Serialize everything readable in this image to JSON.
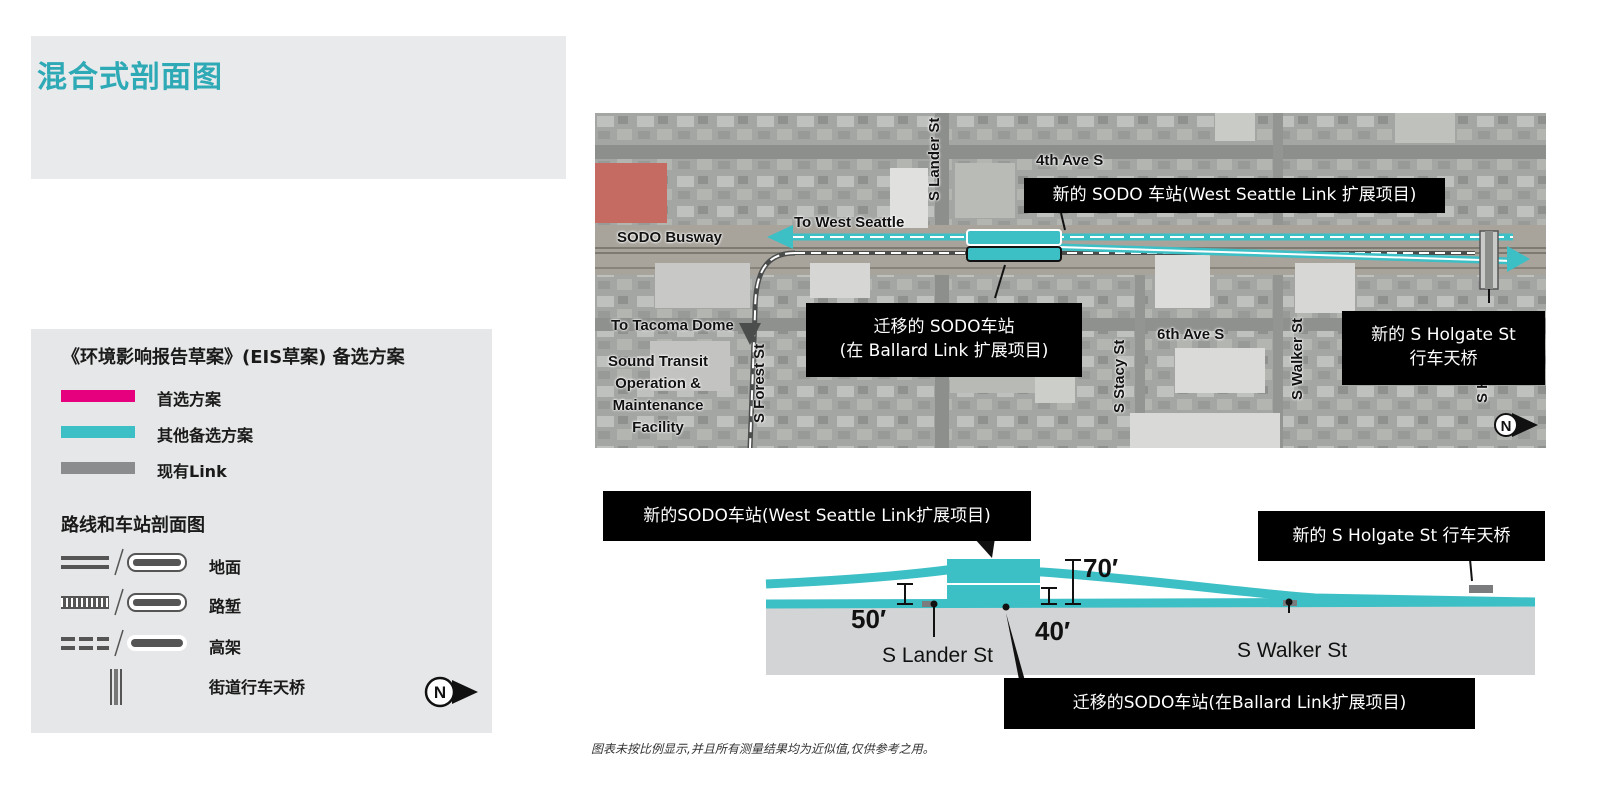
{
  "title": "混合式剖面图",
  "legend": {
    "heading": "《环境影响报告草案》(EIS草案) 备选方案",
    "items": [
      {
        "label": "首选方案",
        "color": "#e6007e"
      },
      {
        "label": "其他备选方案",
        "color": "#3dbfc6"
      },
      {
        "label": "现有Link",
        "color": "#8a8c8e"
      }
    ],
    "profile_heading": "路线和车站剖面图",
    "profile_items": [
      {
        "label": "地面"
      },
      {
        "label": "路堑"
      },
      {
        "label": "高架"
      },
      {
        "label": "街道行车天桥"
      }
    ],
    "north": "N"
  },
  "map": {
    "labels": {
      "lander": "S Lander St",
      "fourth": "4th Ave S",
      "to_west_seattle": "To West Seattle",
      "busway": "SODO Busway",
      "tacoma": "To Tacoma Dome",
      "facility": "Sound Transit Operation & Maintenance Facility",
      "forest": "S Forest St",
      "sixth": "6th Ave S",
      "stacy": "S Stacy St",
      "walker": "S Walker St",
      "holgate_vertical": "S Holgate St"
    },
    "callouts": {
      "new_sodo": "新的 SODO 车站(West Seattle Link 扩展项目)",
      "relocated_line1": "迁移的 SODO车站",
      "relocated_line2": "(在 Ballard Link 扩展项目)",
      "holgate_line1": "新的 S Holgate St",
      "holgate_line2": "行车天桥"
    },
    "north": "N"
  },
  "profile": {
    "callout_new_sodo": "新的SODO车站(West Seattle Link扩展项目)",
    "callout_holgate": "新的 S Holgate St 行车天桥",
    "callout_relocated": "迁移的SODO车站(在Ballard Link扩展项目)",
    "dim_70": "70′",
    "dim_50": "50′",
    "dim_40": "40′",
    "lander": "S Lander St",
    "walker": "S Walker St"
  },
  "footnote": "图表未按比例显示,并且所有测量结果均为近似值,仅供参考之用。"
}
